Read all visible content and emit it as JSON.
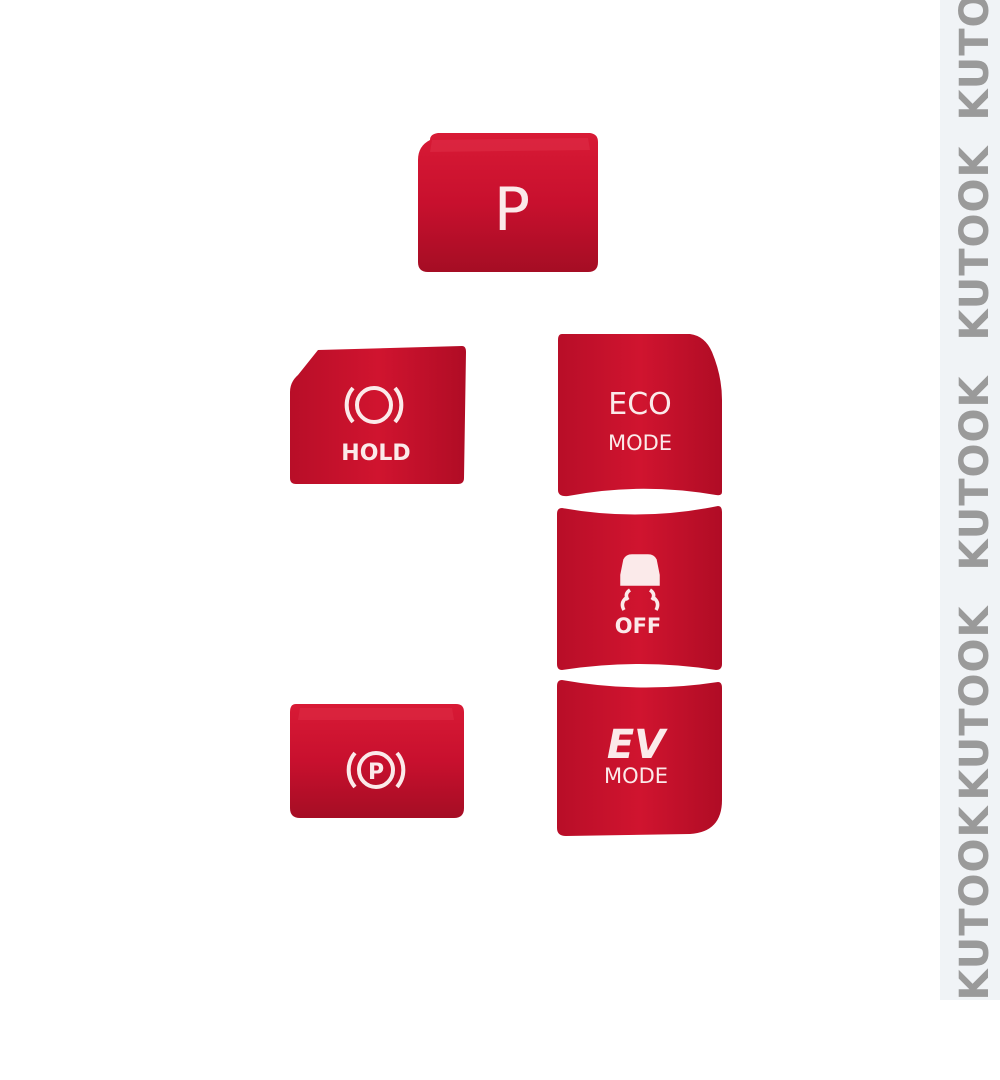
{
  "colors": {
    "button_red": "#c8102e",
    "button_red_dark": "#a50d24",
    "label_white": "#fbeaea",
    "watermark_gray": "#9a9a9a"
  },
  "watermark": {
    "text": "KUTOOK"
  },
  "buttons": {
    "park": {
      "label": "P"
    },
    "hold": {
      "icon": "brake-hold-icon",
      "label": "HOLD"
    },
    "eco": {
      "line1": "ECO",
      "line2": "MODE"
    },
    "traction": {
      "icon": "traction-control-off-icon",
      "label": "OFF"
    },
    "parking_brake": {
      "icon": "parking-brake-icon",
      "icon_letter": "P"
    },
    "ev": {
      "line1": "EV",
      "line2": "MODE"
    }
  }
}
